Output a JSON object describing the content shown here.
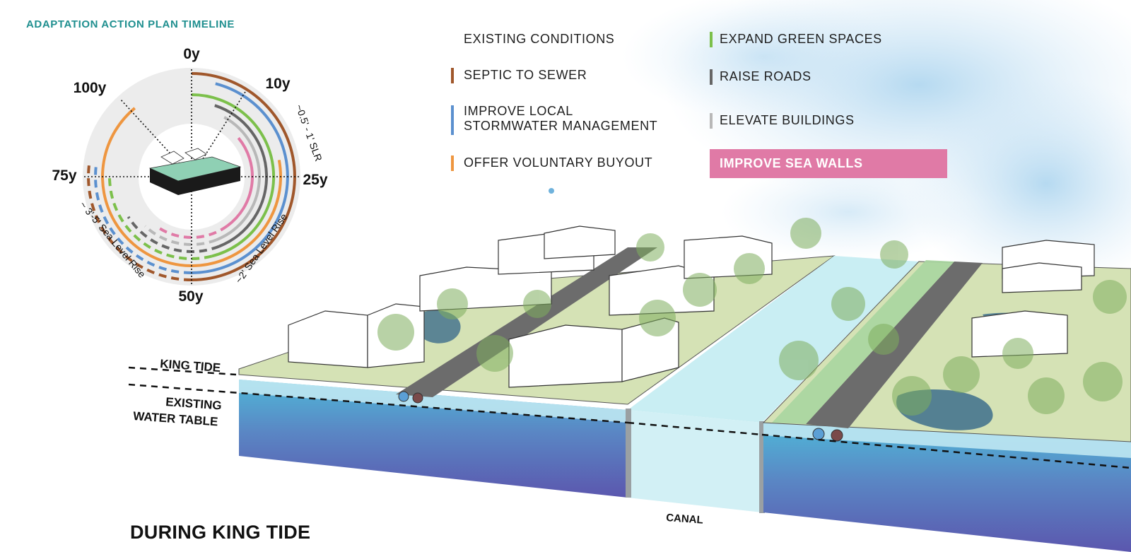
{
  "diagram": {
    "title": "ADAPTATION ACTION PLAN TIMELINE",
    "caption": "DURING KING TIDE",
    "colors": {
      "septic": "#a0572b",
      "stormwater": "#5b90cf",
      "buyout": "#ee9640",
      "green": "#7cc04b",
      "roads": "#666666",
      "buildings": "#b8b8b8",
      "seawalls": "#e07aa6",
      "title": "#1f8f8f",
      "water_deep": "#5d62b4",
      "water_light": "#cdeff4"
    },
    "timeline": {
      "marks": [
        {
          "label": "0y",
          "year": 0
        },
        {
          "label": "10y",
          "year": 10
        },
        {
          "label": "25y",
          "year": 25
        },
        {
          "label": "50y",
          "year": 50
        },
        {
          "label": "75y",
          "year": 75
        },
        {
          "label": "100y",
          "year": 100
        }
      ],
      "slr_bands": [
        "~0.5' - 1' SLR",
        "~2' Sea Level Rise",
        "~ 3'-5' Sea Level Rise"
      ]
    },
    "legend": {
      "existing": "EXISTING CONDITIONS",
      "septic": "SEPTIC TO SEWER",
      "stormwater_1": "IMPROVE LOCAL",
      "stormwater_2": "STORMWATER MANAGEMENT",
      "buyout": "OFFER VOLUNTARY BUYOUT",
      "green": "EXPAND GREEN SPACES",
      "roads": "RAISE ROADS",
      "buildings": "ELEVATE BUILDINGS",
      "seawalls": "IMPROVE SEA WALLS"
    },
    "section_labels": {
      "king_tide": "KING TIDE",
      "water_table_1": "EXISTING",
      "water_table_2": "WATER TABLE",
      "canal": "CANAL"
    }
  }
}
